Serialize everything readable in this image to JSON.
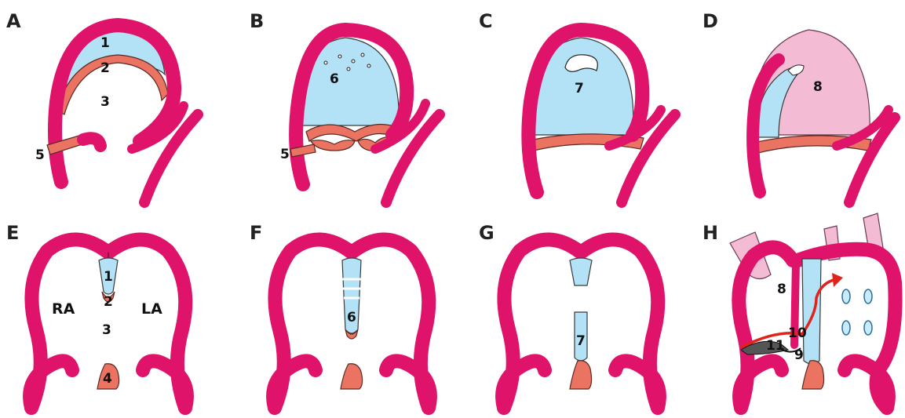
{
  "panels": [
    {
      "letter": "A",
      "labels": [
        "1",
        "2",
        "3",
        "5"
      ]
    },
    {
      "letter": "B",
      "labels": [
        "6",
        "5"
      ]
    },
    {
      "letter": "C",
      "labels": [
        "7"
      ]
    },
    {
      "letter": "D",
      "labels": [
        "8"
      ]
    },
    {
      "letter": "E",
      "labels": [
        "1",
        "2",
        "3",
        "4"
      ],
      "chambers": [
        "RA",
        "LA"
      ]
    },
    {
      "letter": "F",
      "labels": [
        "6"
      ]
    },
    {
      "letter": "G",
      "labels": [
        "7"
      ]
    },
    {
      "letter": "H",
      "labels": [
        "8",
        "10",
        "11",
        "9"
      ]
    }
  ],
  "colors": {
    "wall": "#e0136b",
    "septum": "#b3e1f5",
    "cushion": "#ea7361",
    "septum_secundum": "#f4bcd4",
    "flow_arrow": "#e0241c",
    "valve": "#555555"
  }
}
